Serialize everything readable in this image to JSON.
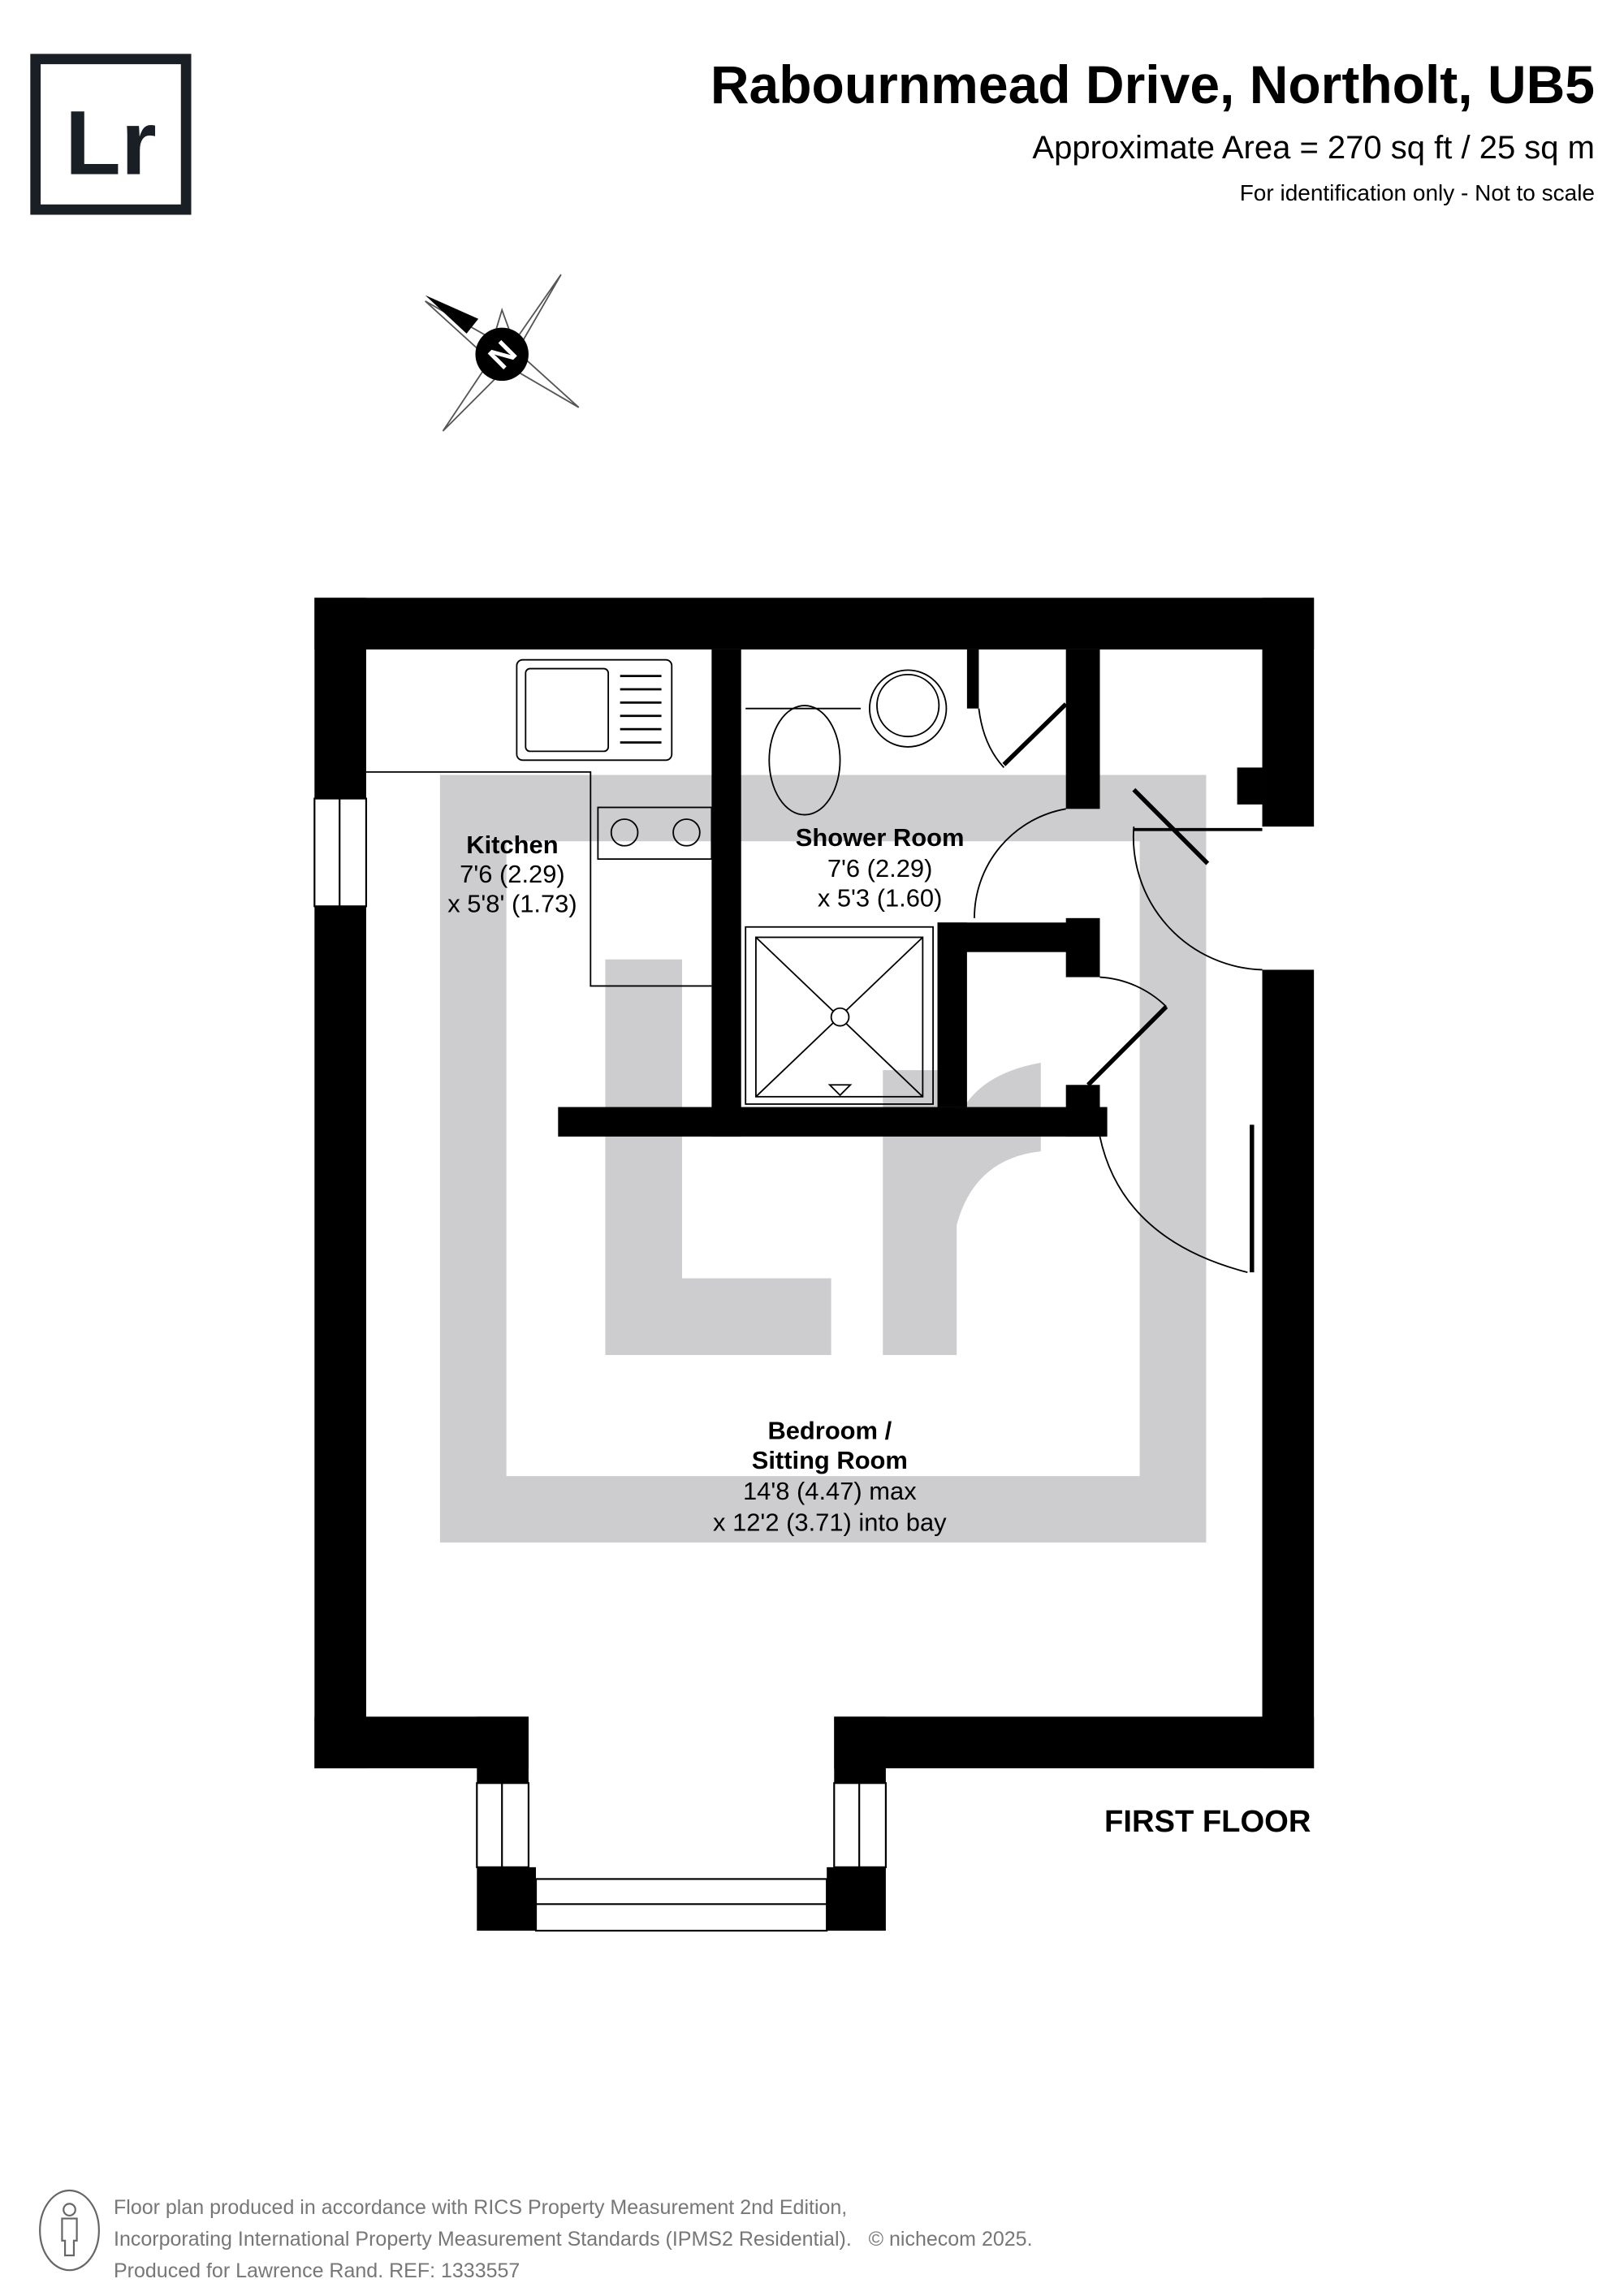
{
  "header": {
    "logo": "Lr",
    "title": "Rabournmead Drive, Northolt, UB5",
    "area": "Approximate Area = 270 sq ft / 25 sq m",
    "disclaimer": "For identification only - Not to scale"
  },
  "compass": {
    "label": "N"
  },
  "rooms": [
    {
      "name": "Kitchen",
      "dim1": "7'6 (2.29)",
      "dim2": "x 5'8' (1.73)"
    },
    {
      "name": "Shower Room",
      "dim1": "7'6 (2.29)",
      "dim2": "x 5'3 (1.60)"
    },
    {
      "name_line1": "Bedroom /",
      "name_line2": "Sitting Room",
      "dim1": "14'8 (4.47) max",
      "dim2": "x 12'2 (3.71) into bay"
    }
  ],
  "floor_label": "FIRST FLOOR",
  "footer": {
    "line1": "Floor plan produced in accordance with RICS Property Measurement 2nd Edition,",
    "line2": "Incorporating International Property Measurement Standards (IPMS2 Residential).",
    "copyright": "© nichecom 2025.",
    "line3": "Produced for Lawrence Rand.   REF: 1333557"
  }
}
